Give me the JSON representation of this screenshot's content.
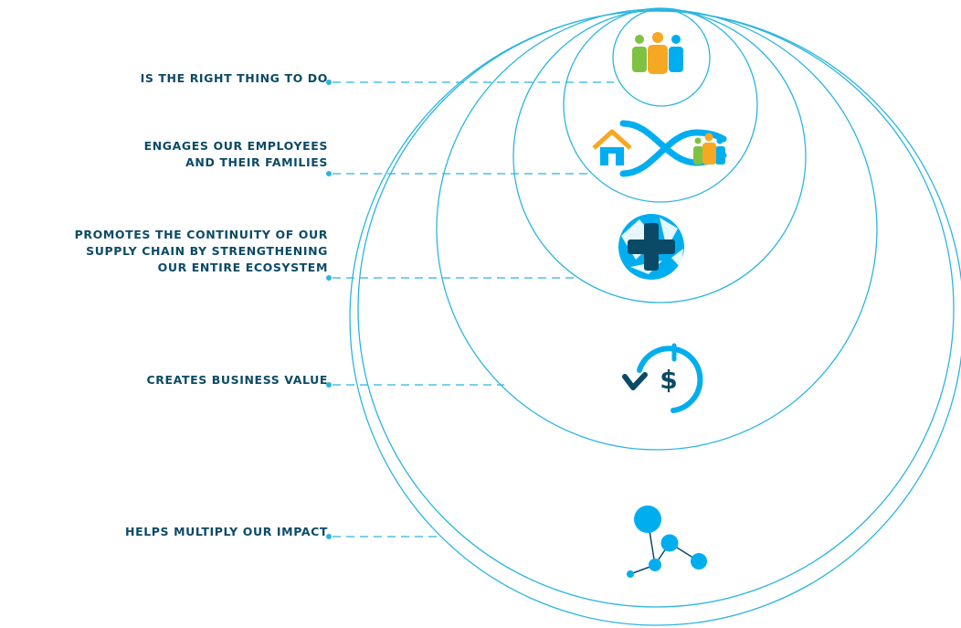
{
  "labels": {
    "right_thing": [
      "IS THE RIGHT THING TO DO"
    ],
    "employees": [
      "ENGAGES OUR EMPLOYEES",
      "AND THEIR FAMILIES"
    ],
    "supply_chain": [
      "PROMOTES THE CONTINUITY OF OUR",
      "SUPPLY CHAIN BY STRENGTHENING",
      "OUR ENTIRE ECOSYSTEM"
    ],
    "business_value": [
      "CREATES BUSINESS VALUE"
    ],
    "impact": [
      "HELPS MULTIPLY OUR IMPACT"
    ]
  },
  "icons": {
    "right_thing": "people-group-icon",
    "employees": "home-family-loop-icon",
    "supply_chain": "globe-plus-icon",
    "business_value": "dollar-cycle-icon",
    "impact": "network-nodes-icon"
  },
  "colors": {
    "circle": "#2bb5e0",
    "label_text": "#0b4a66",
    "dash": "#2bb5e0",
    "accent_blue": "#00aeef",
    "accent_green": "#7dc242",
    "accent_orange": "#f7a823",
    "navy": "#0b4a66"
  }
}
